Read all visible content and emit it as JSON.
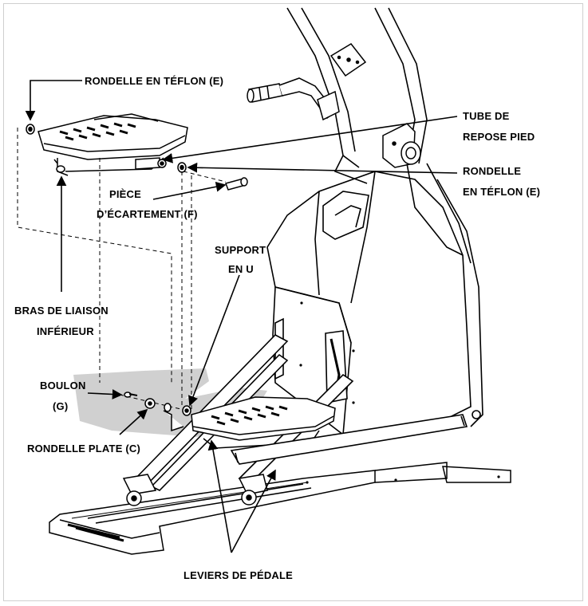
{
  "labels": {
    "teflon_washer_top": "RONDELLE EN TÉFLON (E)",
    "footrest_tube_line1": "TUBE DE",
    "footrest_tube_line2": "REPOSE PIED",
    "teflon_washer_right_line1": "RONDELLE",
    "teflon_washer_right_line2": "EN TÉFLON (E)",
    "spacer_line1": "PIÈCE",
    "spacer_line2": "D’ÉCARTEMENT (F)",
    "u_bracket_line1": "SUPPORT",
    "u_bracket_line2": "EN U",
    "lower_link_arm_line1": "BRAS DE LIAISON",
    "lower_link_arm_line2": "INFÉRIEUR",
    "bolt_line1": "BOULON",
    "bolt_line2": "(G)",
    "flat_washer": "RONDELLE PLATE (C)",
    "pedal_levers": "LEVIERS DE PÉDALE"
  },
  "colors": {
    "ink": "#000000",
    "shadow": "#c8c8c8",
    "frame": "#cfcfcf"
  }
}
